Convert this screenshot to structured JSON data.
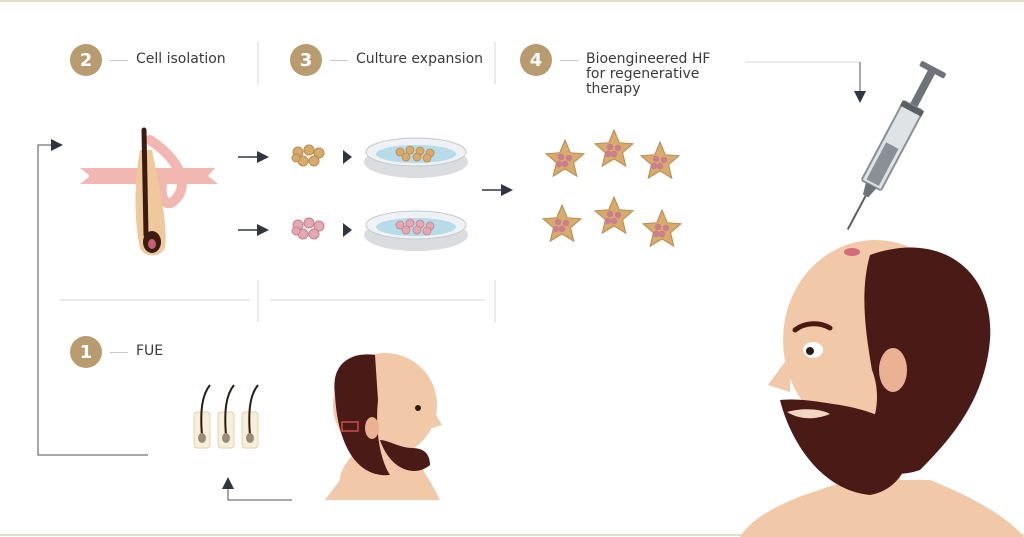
{
  "steps": [
    {
      "number": "2",
      "label": "Cell isolation"
    },
    {
      "number": "3",
      "label": "Culture expansion"
    },
    {
      "number": "4",
      "label_lines": [
        "Bioengineered HF",
        "for regenerative",
        "therapy"
      ]
    },
    {
      "number": "1",
      "label": "FUE"
    }
  ],
  "colors": {
    "accent_gold": "#b99b70",
    "line_gray": "#d7d7d7",
    "arrow_dark": "#2f3640",
    "skin": "#f1c8a8",
    "hair_beard": "#4a1a16",
    "cell_tan": "#d8aa6c",
    "cell_pink": "#c97f8e",
    "dish_blue": "#b7dbe8"
  },
  "icons": [
    "hair-follicle-icon",
    "cell-cluster-icon",
    "petri-dish-icon",
    "organoid-icon",
    "syringe-icon",
    "follicle-graft-icon",
    "bald-man-profile-icon"
  ]
}
